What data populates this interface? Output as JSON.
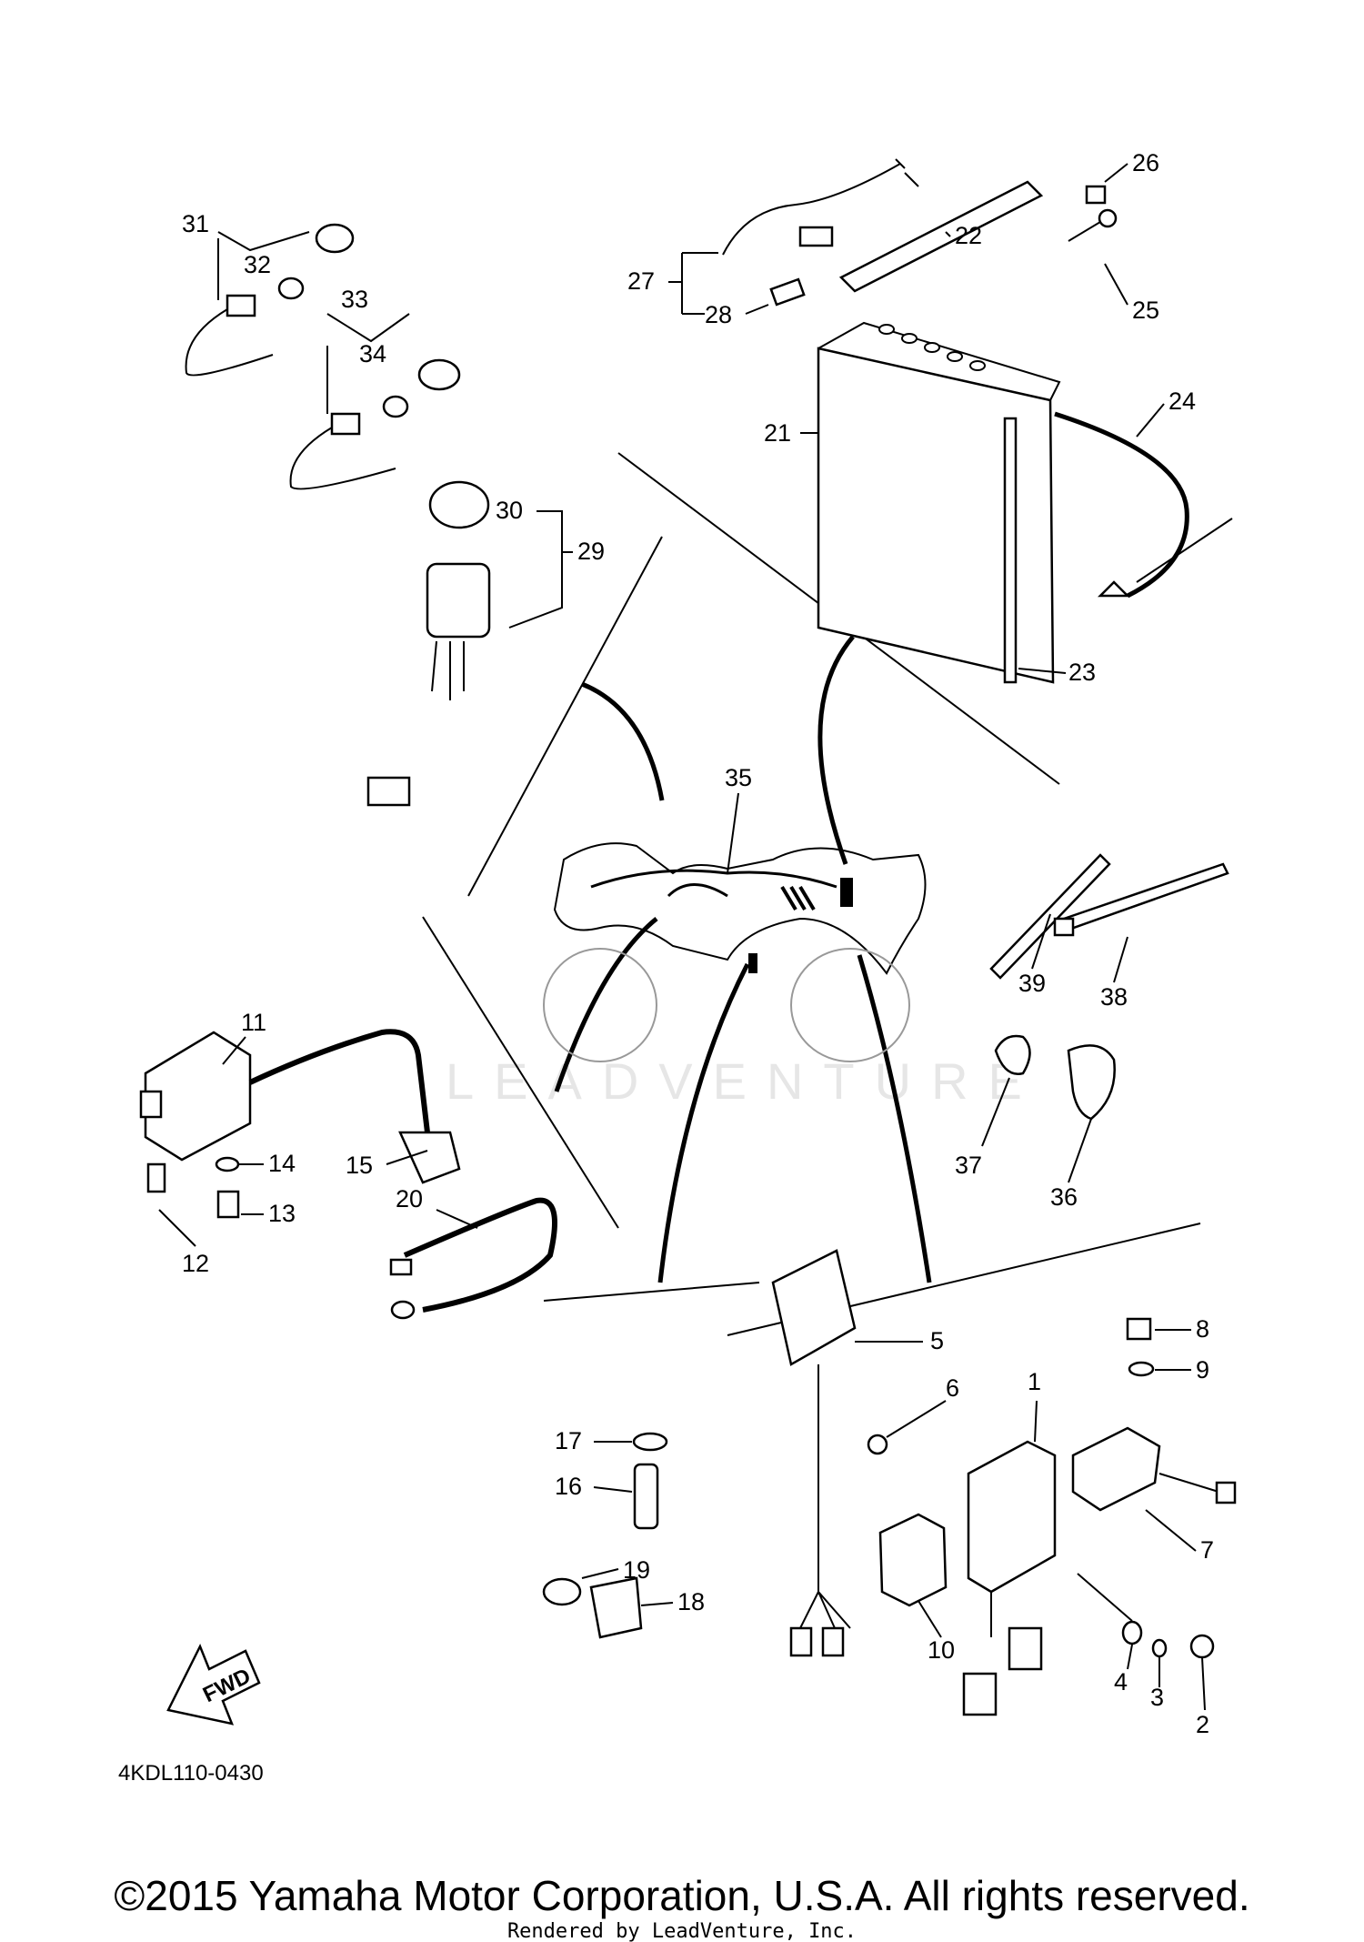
{
  "diagram": {
    "code": "4KDL110-0430",
    "fwd_label": "FWD",
    "watermark": "LEADVENTURE",
    "copyright": "©2015 Yamaha Motor Corporation, U.S.A. All rights reserved.",
    "rendered_by": "Rendered by LeadVenture, Inc."
  },
  "parts": [
    {
      "id": "1",
      "label": "1"
    },
    {
      "id": "2",
      "label": "2"
    },
    {
      "id": "3",
      "label": "3"
    },
    {
      "id": "4",
      "label": "4"
    },
    {
      "id": "5",
      "label": "5"
    },
    {
      "id": "6",
      "label": "6"
    },
    {
      "id": "7",
      "label": "7"
    },
    {
      "id": "8",
      "label": "8"
    },
    {
      "id": "9",
      "label": "9"
    },
    {
      "id": "10",
      "label": "10"
    },
    {
      "id": "11",
      "label": "11"
    },
    {
      "id": "12",
      "label": "12"
    },
    {
      "id": "13",
      "label": "13"
    },
    {
      "id": "14",
      "label": "14"
    },
    {
      "id": "15",
      "label": "15"
    },
    {
      "id": "16",
      "label": "16"
    },
    {
      "id": "17",
      "label": "17"
    },
    {
      "id": "18",
      "label": "18"
    },
    {
      "id": "19",
      "label": "19"
    },
    {
      "id": "20",
      "label": "20"
    },
    {
      "id": "21",
      "label": "21"
    },
    {
      "id": "22",
      "label": "22"
    },
    {
      "id": "23",
      "label": "23"
    },
    {
      "id": "24",
      "label": "24"
    },
    {
      "id": "25",
      "label": "25"
    },
    {
      "id": "26",
      "label": "26"
    },
    {
      "id": "27",
      "label": "27"
    },
    {
      "id": "28",
      "label": "28"
    },
    {
      "id": "29",
      "label": "29"
    },
    {
      "id": "30",
      "label": "30"
    },
    {
      "id": "31",
      "label": "31"
    },
    {
      "id": "32",
      "label": "32"
    },
    {
      "id": "33",
      "label": "33"
    },
    {
      "id": "34",
      "label": "34"
    },
    {
      "id": "35",
      "label": "35"
    },
    {
      "id": "36",
      "label": "36"
    },
    {
      "id": "37",
      "label": "37"
    },
    {
      "id": "38",
      "label": "38"
    },
    {
      "id": "39",
      "label": "39"
    }
  ]
}
